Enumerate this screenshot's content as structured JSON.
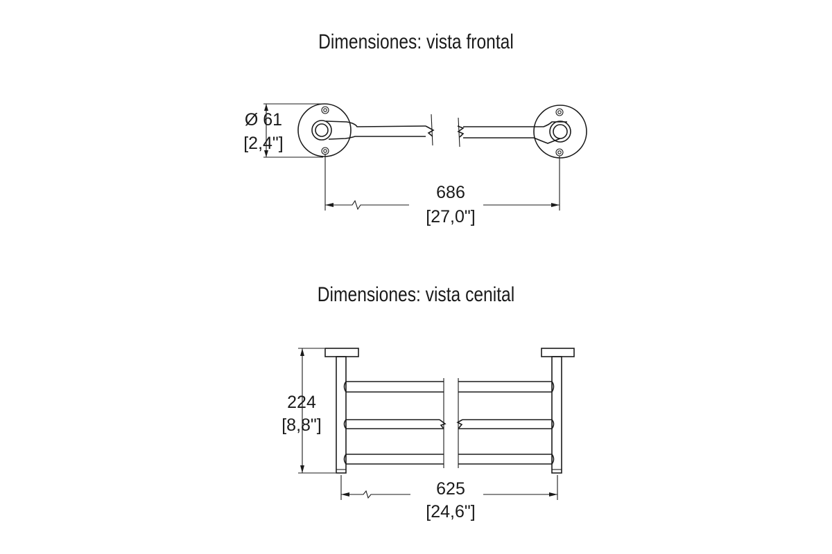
{
  "front_view": {
    "title": "Dimensiones: vista frontal",
    "diameter_mm": "Ø 61",
    "diameter_in": "[2,4\"]",
    "length_mm": "686",
    "length_in": "[27,0\"]"
  },
  "top_view": {
    "title": "Dimensiones: vista cenital",
    "depth_mm": "224",
    "depth_in": "[8,8\"]",
    "width_mm": "625",
    "width_in": "[24,6\"]"
  },
  "colors": {
    "line": "#1a1a1a",
    "background": "#ffffff"
  }
}
